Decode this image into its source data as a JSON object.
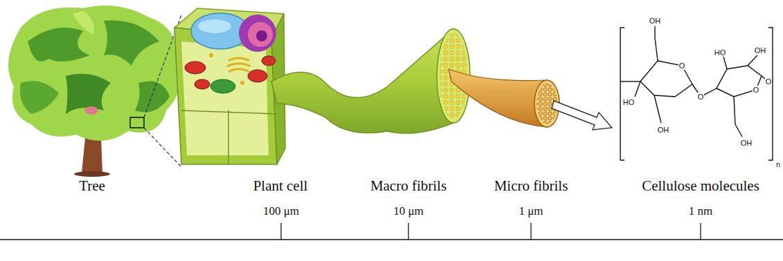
{
  "diagram": {
    "labels": [
      "Tree",
      "Plant cell",
      "Macro fibrils",
      "Micro fibrils",
      "Cellulose molecules",
      "100 μm",
      "10 μm",
      "1 μm",
      "1 nm",
      "OH",
      "O",
      "HO",
      "OH",
      "O",
      "HO",
      "OH",
      "O",
      "OH",
      "O",
      "n"
    ]
  }
}
